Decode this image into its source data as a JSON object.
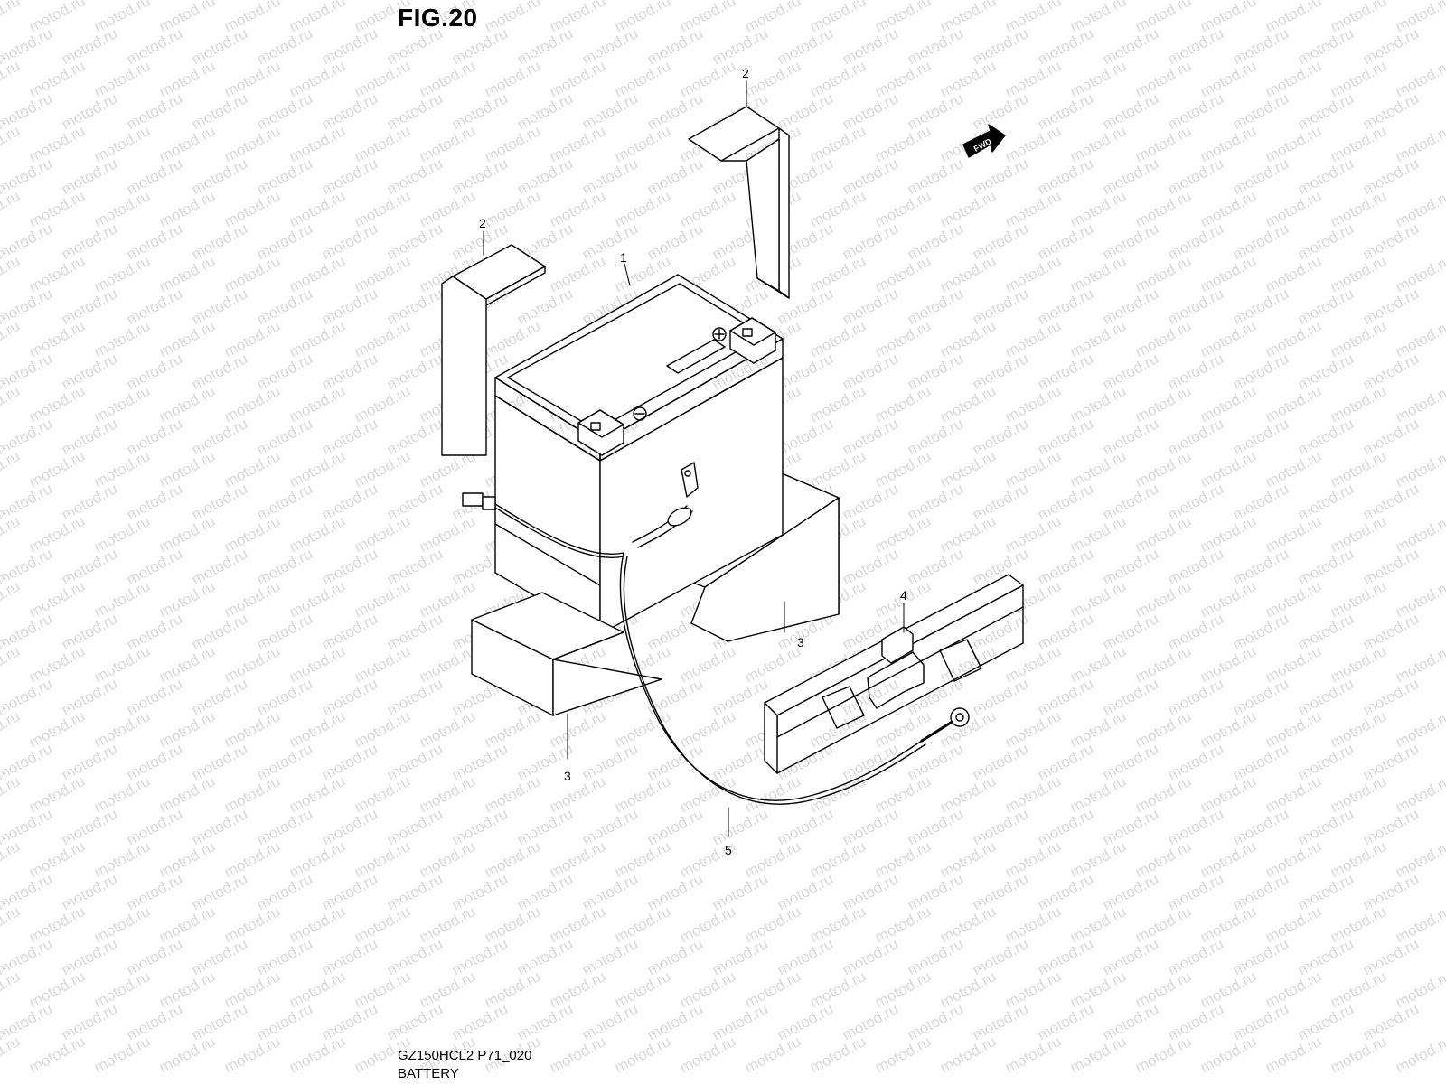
{
  "figure": {
    "title": "FIG.20"
  },
  "watermark": {
    "text": "motod.ru",
    "color": "#d9d9d9"
  },
  "fwd_badge": {
    "text": "FWD"
  },
  "callouts": [
    {
      "id": "callout-1",
      "label": "1"
    },
    {
      "id": "callout-2a",
      "label": "2"
    },
    {
      "id": "callout-2b",
      "label": "2"
    },
    {
      "id": "callout-3a",
      "label": "3"
    },
    {
      "id": "callout-3b",
      "label": "3"
    },
    {
      "id": "callout-4",
      "label": "4"
    },
    {
      "id": "callout-5",
      "label": "5"
    }
  ],
  "footer": {
    "model": "GZ150HCL2 P71_020",
    "section": "BATTERY"
  },
  "colors": {
    "line": "#000000",
    "background": "#ffffff"
  }
}
